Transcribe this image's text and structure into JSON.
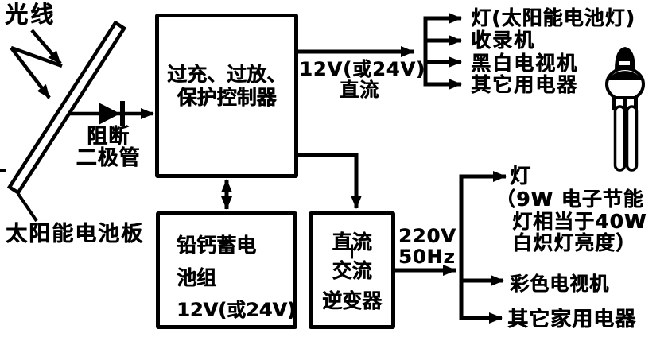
{
  "source": {
    "labels": {
      "light_rays": "光线",
      "solar_panel": "太阳能电池板",
      "blocking_diode_l1": "阻断",
      "blocking_diode_l2": "二极管"
    },
    "controller": {
      "l1": "过充、过放、",
      "l2": "保护控制器"
    },
    "battery": {
      "l1": "铅钙蓄电",
      "l2": "池组",
      "l3": "12V(或24V)"
    },
    "inverter": {
      "l1": "直流",
      "sep": "|",
      "l2": "交流",
      "l3": "逆变器"
    },
    "dc_bus": {
      "voltage": "12V(或24V)",
      "current_type": "直流",
      "outputs": [
        "灯(太阳能电池灯)",
        "收录机",
        "黑白电视机",
        "其它用电器"
      ]
    },
    "ac_bus": {
      "voltage": "220V",
      "frequency": "50Hz",
      "outputs": [
        "灯",
        "彩色电视机",
        "其它家用电器"
      ],
      "note_l1": "（9W 电子节能",
      "note_l2": "灯相当于40W",
      "note_l3": "白炽灯亮度）"
    }
  }
}
